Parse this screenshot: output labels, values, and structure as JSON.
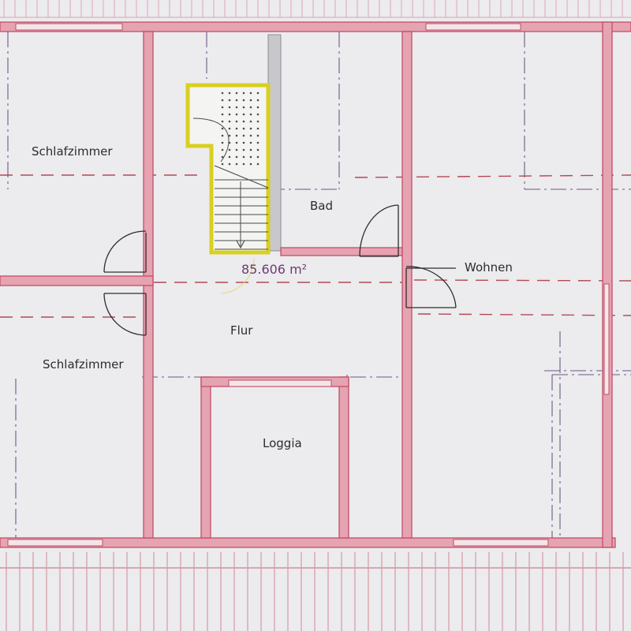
{
  "rooms": {
    "schlafzimmer_top": "Schlafzimmer",
    "bad": "Bad",
    "wohnen": "Wohnen",
    "flur": "Flur",
    "schlafzimmer_bottom": "Schlafzimmer",
    "loggia": "Loggia"
  },
  "area_label": "85.606 m²",
  "colors": {
    "paper": "#ecebee",
    "wall": "#e6a3b1",
    "wall_edge": "#c24f66",
    "dash_line": "#b24a55",
    "stair_outline": "#d8d020",
    "text": "#2c2c30",
    "area_text": "#6a3d6e"
  }
}
